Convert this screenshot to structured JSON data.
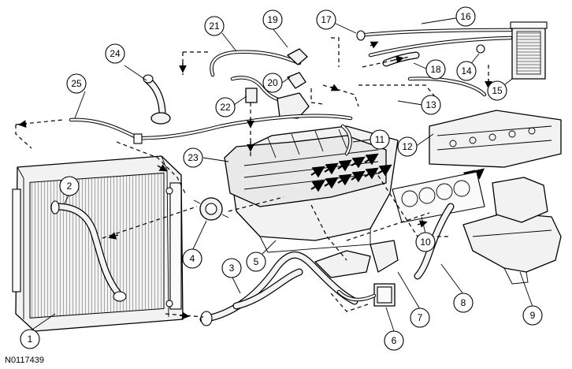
{
  "figure_id": "N0117439",
  "callouts": [
    "1",
    "2",
    "3",
    "4",
    "5",
    "6",
    "7",
    "8",
    "9",
    "10",
    "11",
    "12",
    "13",
    "14",
    "15",
    "16",
    "17",
    "18",
    "19",
    "20",
    "21",
    "22",
    "23",
    "24",
    "25"
  ]
}
